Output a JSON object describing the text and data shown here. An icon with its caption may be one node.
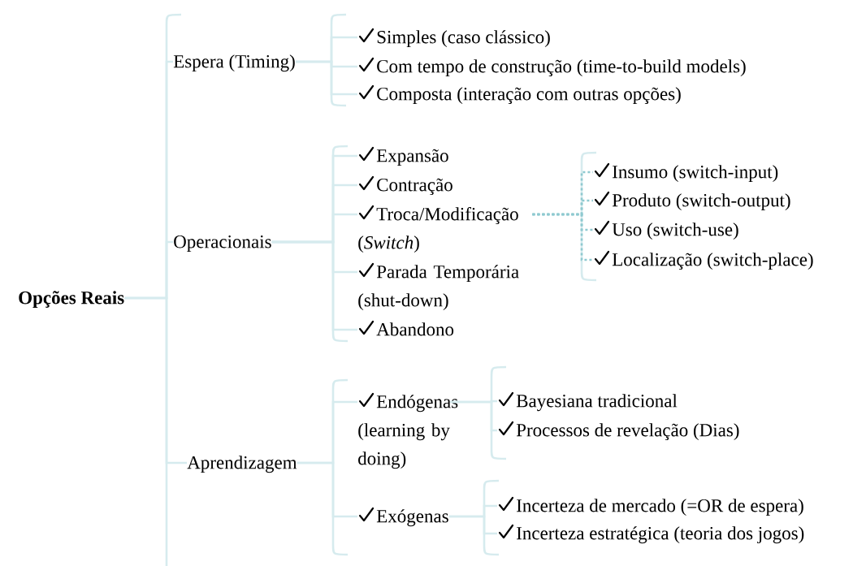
{
  "diagram": {
    "nodes": [
      {
        "text": [
          "Opções Reais"
        ]
      },
      {
        "text": [
          "Espera (Timing)"
        ]
      },
      {
        "text": [
          "Operacionais"
        ]
      },
      {
        "text": [
          "Aprendizagem"
        ]
      },
      {
        "text": [
          "Simples (caso clássico)"
        ]
      },
      {
        "text": [
          "Com tempo de construção (time-to-build models)"
        ]
      },
      {
        "text": [
          "Composta (interação com outras opções)"
        ]
      },
      {
        "text": [
          "Expansão"
        ]
      },
      {
        "text": [
          "Contração"
        ]
      },
      {
        "text": [
          "Troca/Modificação (*Switch*)"
        ]
      },
      {
        "text": [
          "Parada Temporária (shut-down)"
        ]
      },
      {
        "text": [
          "Abandono"
        ]
      },
      {
        "text": [
          "Insumo (switch-input)"
        ]
      },
      {
        "text": [
          "Produto (switch-output)"
        ]
      },
      {
        "text": [
          "Uso (switch-use)"
        ]
      },
      {
        "text": [
          "Localização (switch-place)"
        ]
      },
      {
        "text": [
          "Endógenas (learning by doing)"
        ]
      },
      {
        "text": [
          "Exógenas"
        ]
      },
      {
        "text": [
          "Bayesiana tradicional"
        ]
      },
      {
        "text": [
          "Processos de revelação (Dias)"
        ]
      },
      {
        "text": [
          "Incerteza de mercado (=OR de espera)"
        ]
      },
      {
        "text": [
          "Incerteza estratégica (teoria dos jogos)"
        ]
      }
    ],
    "edges": [
      {
        "from": 0,
        "to": 1,
        "arrow": "none"
      },
      {
        "from": 0,
        "to": 2,
        "arrow": "none"
      },
      {
        "from": 0,
        "to": 3,
        "arrow": "none"
      },
      {
        "from": 1,
        "to": 4,
        "arrow": "none"
      },
      {
        "from": 1,
        "to": 5,
        "arrow": "none"
      },
      {
        "from": 1,
        "to": 6,
        "arrow": "none"
      },
      {
        "from": 2,
        "to": 7,
        "arrow": "none"
      },
      {
        "from": 2,
        "to": 8,
        "arrow": "none"
      },
      {
        "from": 2,
        "to": 9,
        "arrow": "none"
      },
      {
        "from": 2,
        "to": 10,
        "arrow": "none"
      },
      {
        "from": 2,
        "to": 11,
        "arrow": "none"
      },
      {
        "from": 9,
        "to": 12,
        "arrow": "none",
        "style": "dashed",
        "color": "#8fc9d0"
      },
      {
        "from": 9,
        "to": 13,
        "arrow": "none",
        "style": "dashed",
        "color": "#8fc9d0"
      },
      {
        "from": 9,
        "to": 14,
        "arrow": "none",
        "style": "dashed",
        "color": "#8fc9d0"
      },
      {
        "from": 9,
        "to": 15,
        "arrow": "none",
        "style": "dashed",
        "color": "#8fc9d0"
      },
      {
        "from": 3,
        "to": 16,
        "arrow": "none"
      },
      {
        "from": 3,
        "to": 17,
        "arrow": "none"
      },
      {
        "from": 16,
        "to": 18,
        "arrow": "none"
      },
      {
        "from": 16,
        "to": 19,
        "arrow": "none"
      },
      {
        "from": 17,
        "to": 20,
        "arrow": "none"
      },
      {
        "from": 17,
        "to": 21,
        "arrow": "none"
      }
    ]
  }
}
